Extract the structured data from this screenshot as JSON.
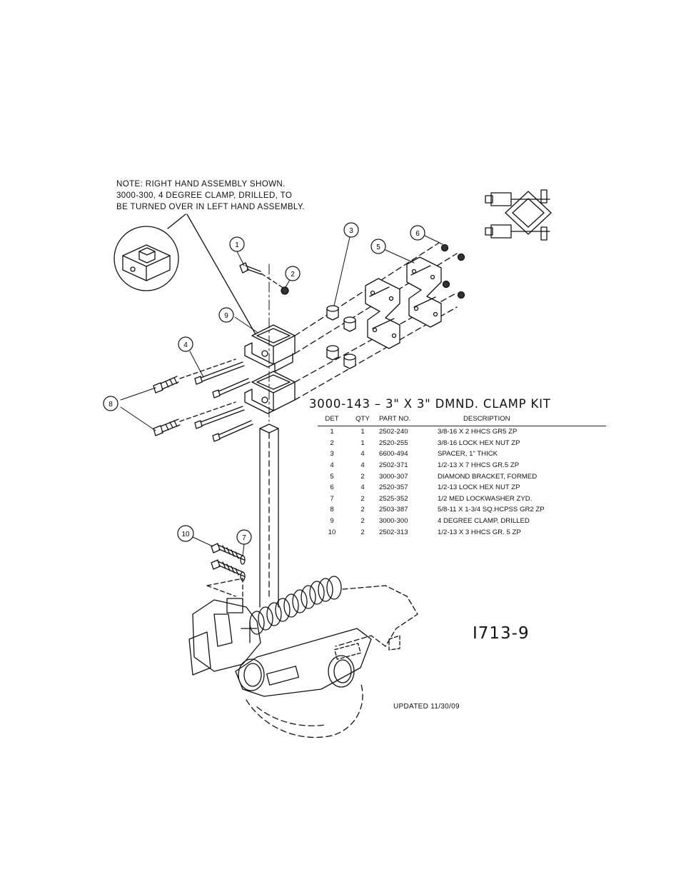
{
  "note": {
    "lines": [
      "NOTE: RIGHT HAND ASSEMBLY SHOWN.",
      "3000-300, 4 DEGREE CLAMP, DRILLED, TO",
      "BE TURNED OVER IN LEFT HAND ASSEMBLY."
    ]
  },
  "kit": {
    "title": "3000-143 – 3\" X 3\" DMND. CLAMP KIT",
    "headers": {
      "det": "DET",
      "qty": "QTY",
      "part": "PART NO.",
      "desc": "DESCRIPTION"
    },
    "rows": [
      {
        "det": "1",
        "qty": "1",
        "part": "2502-240",
        "desc": "3/8-16 X 2 HHCS GR5 ZP"
      },
      {
        "det": "2",
        "qty": "1",
        "part": "2520-255",
        "desc": "3/8-16 LOCK HEX NUT ZP"
      },
      {
        "det": "3",
        "qty": "4",
        "part": "6600-494",
        "desc": "SPACER, 1\" THICK"
      },
      {
        "det": "4",
        "qty": "4",
        "part": "2502-371",
        "desc": "1/2-13 X 7 HHCS GR.5 ZP"
      },
      {
        "det": "5",
        "qty": "2",
        "part": "3000-307",
        "desc": "DIAMOND BRACKET, FORMED"
      },
      {
        "det": "6",
        "qty": "4",
        "part": "2520-357",
        "desc": "1/2-13 LOCK HEX NUT ZP"
      },
      {
        "det": "7",
        "qty": "2",
        "part": "2525-352",
        "desc": "1/2 MED LOCKWASHER ZYD."
      },
      {
        "det": "8",
        "qty": "2",
        "part": "2503-387",
        "desc": "5/8-11 X 1-3/4 SQ.HCPSS GR2 ZP"
      },
      {
        "det": "9",
        "qty": "2",
        "part": "3000-300",
        "desc": "4 DEGREE CLAMP, DRILLED"
      },
      {
        "det": "10",
        "qty": "2",
        "part": "2502-313",
        "desc": "1/2-13 X 3 HHCS GR. 5 ZP"
      }
    ]
  },
  "drawing_number": "I713-9",
  "updated": "UPDATED 11/30/09",
  "callouts": [
    "1",
    "2",
    "3",
    "4",
    "5",
    "6",
    "7",
    "8",
    "9",
    "10"
  ]
}
